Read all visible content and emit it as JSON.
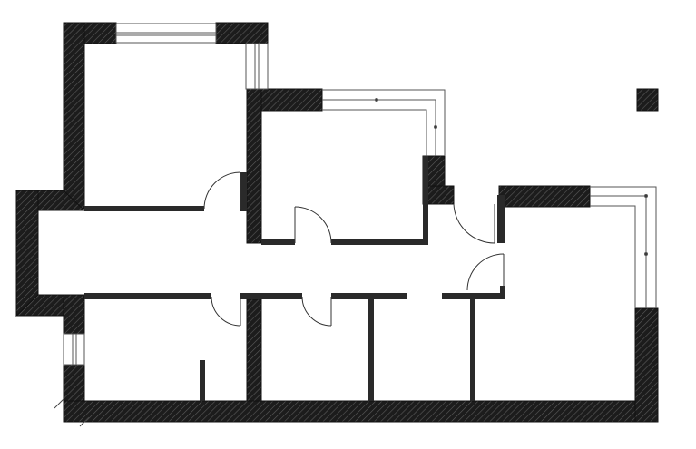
{
  "colors": {
    "background": "#ffffff",
    "wall_fill": "#1c1c1c",
    "wall_hatch": "#5a5a5a",
    "thin_wall": "#2a2a2a",
    "window_stroke": "#555555",
    "door_stroke": "#333333"
  },
  "plan": {
    "rooms": 6,
    "windows": 6,
    "doors": 6
  }
}
